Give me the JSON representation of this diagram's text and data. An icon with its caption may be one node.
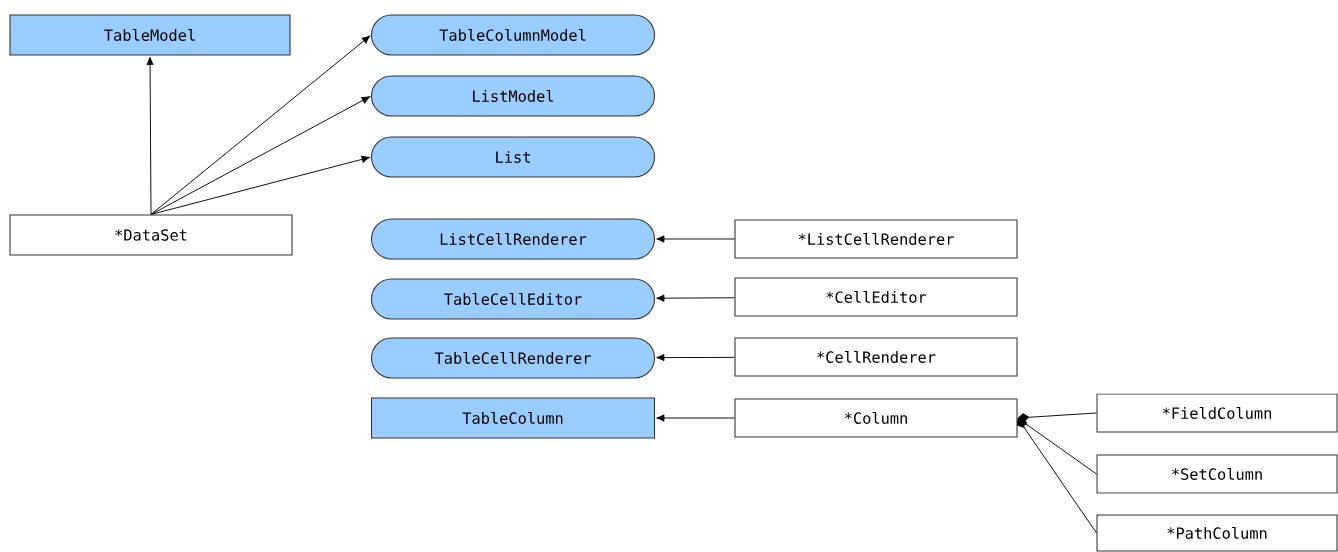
{
  "diagram": {
    "nodes": [
      {
        "text": [
          "TableModel"
        ]
      },
      {
        "text": [
          "TableColumnModel"
        ]
      },
      {
        "text": [
          "ListModel"
        ]
      },
      {
        "text": [
          "List"
        ]
      },
      {
        "text": [
          "*DataSet"
        ]
      },
      {
        "text": [
          "ListCellRenderer"
        ]
      },
      {
        "text": [
          "*ListCellRenderer"
        ]
      },
      {
        "text": [
          "TableCellEditor"
        ]
      },
      {
        "text": [
          "*CellEditor"
        ]
      },
      {
        "text": [
          "TableCellRenderer"
        ]
      },
      {
        "text": [
          "*CellRenderer"
        ]
      },
      {
        "text": [
          "TableColumn"
        ]
      },
      {
        "text": [
          "*Column"
        ]
      },
      {
        "text": [
          "*FieldColumn"
        ]
      },
      {
        "text": [
          "*SetColumn"
        ]
      },
      {
        "text": [
          "*PathColumn"
        ]
      }
    ],
    "edges": [
      {
        "from": 4,
        "to": 0,
        "arrow": "to"
      },
      {
        "from": 4,
        "to": 1,
        "arrow": "to"
      },
      {
        "from": 4,
        "to": 2,
        "arrow": "to"
      },
      {
        "from": 4,
        "to": 3,
        "arrow": "to"
      },
      {
        "from": 6,
        "to": 5,
        "arrow": "to"
      },
      {
        "from": 8,
        "to": 7,
        "arrow": "to"
      },
      {
        "from": 10,
        "to": 9,
        "arrow": "to"
      },
      {
        "from": 12,
        "to": 11,
        "arrow": "to"
      },
      {
        "from": 13,
        "to": 12,
        "arrow": "other"
      },
      {
        "from": 14,
        "to": 12,
        "arrow": "other"
      },
      {
        "from": 15,
        "to": 12,
        "arrow": "other"
      }
    ]
  }
}
